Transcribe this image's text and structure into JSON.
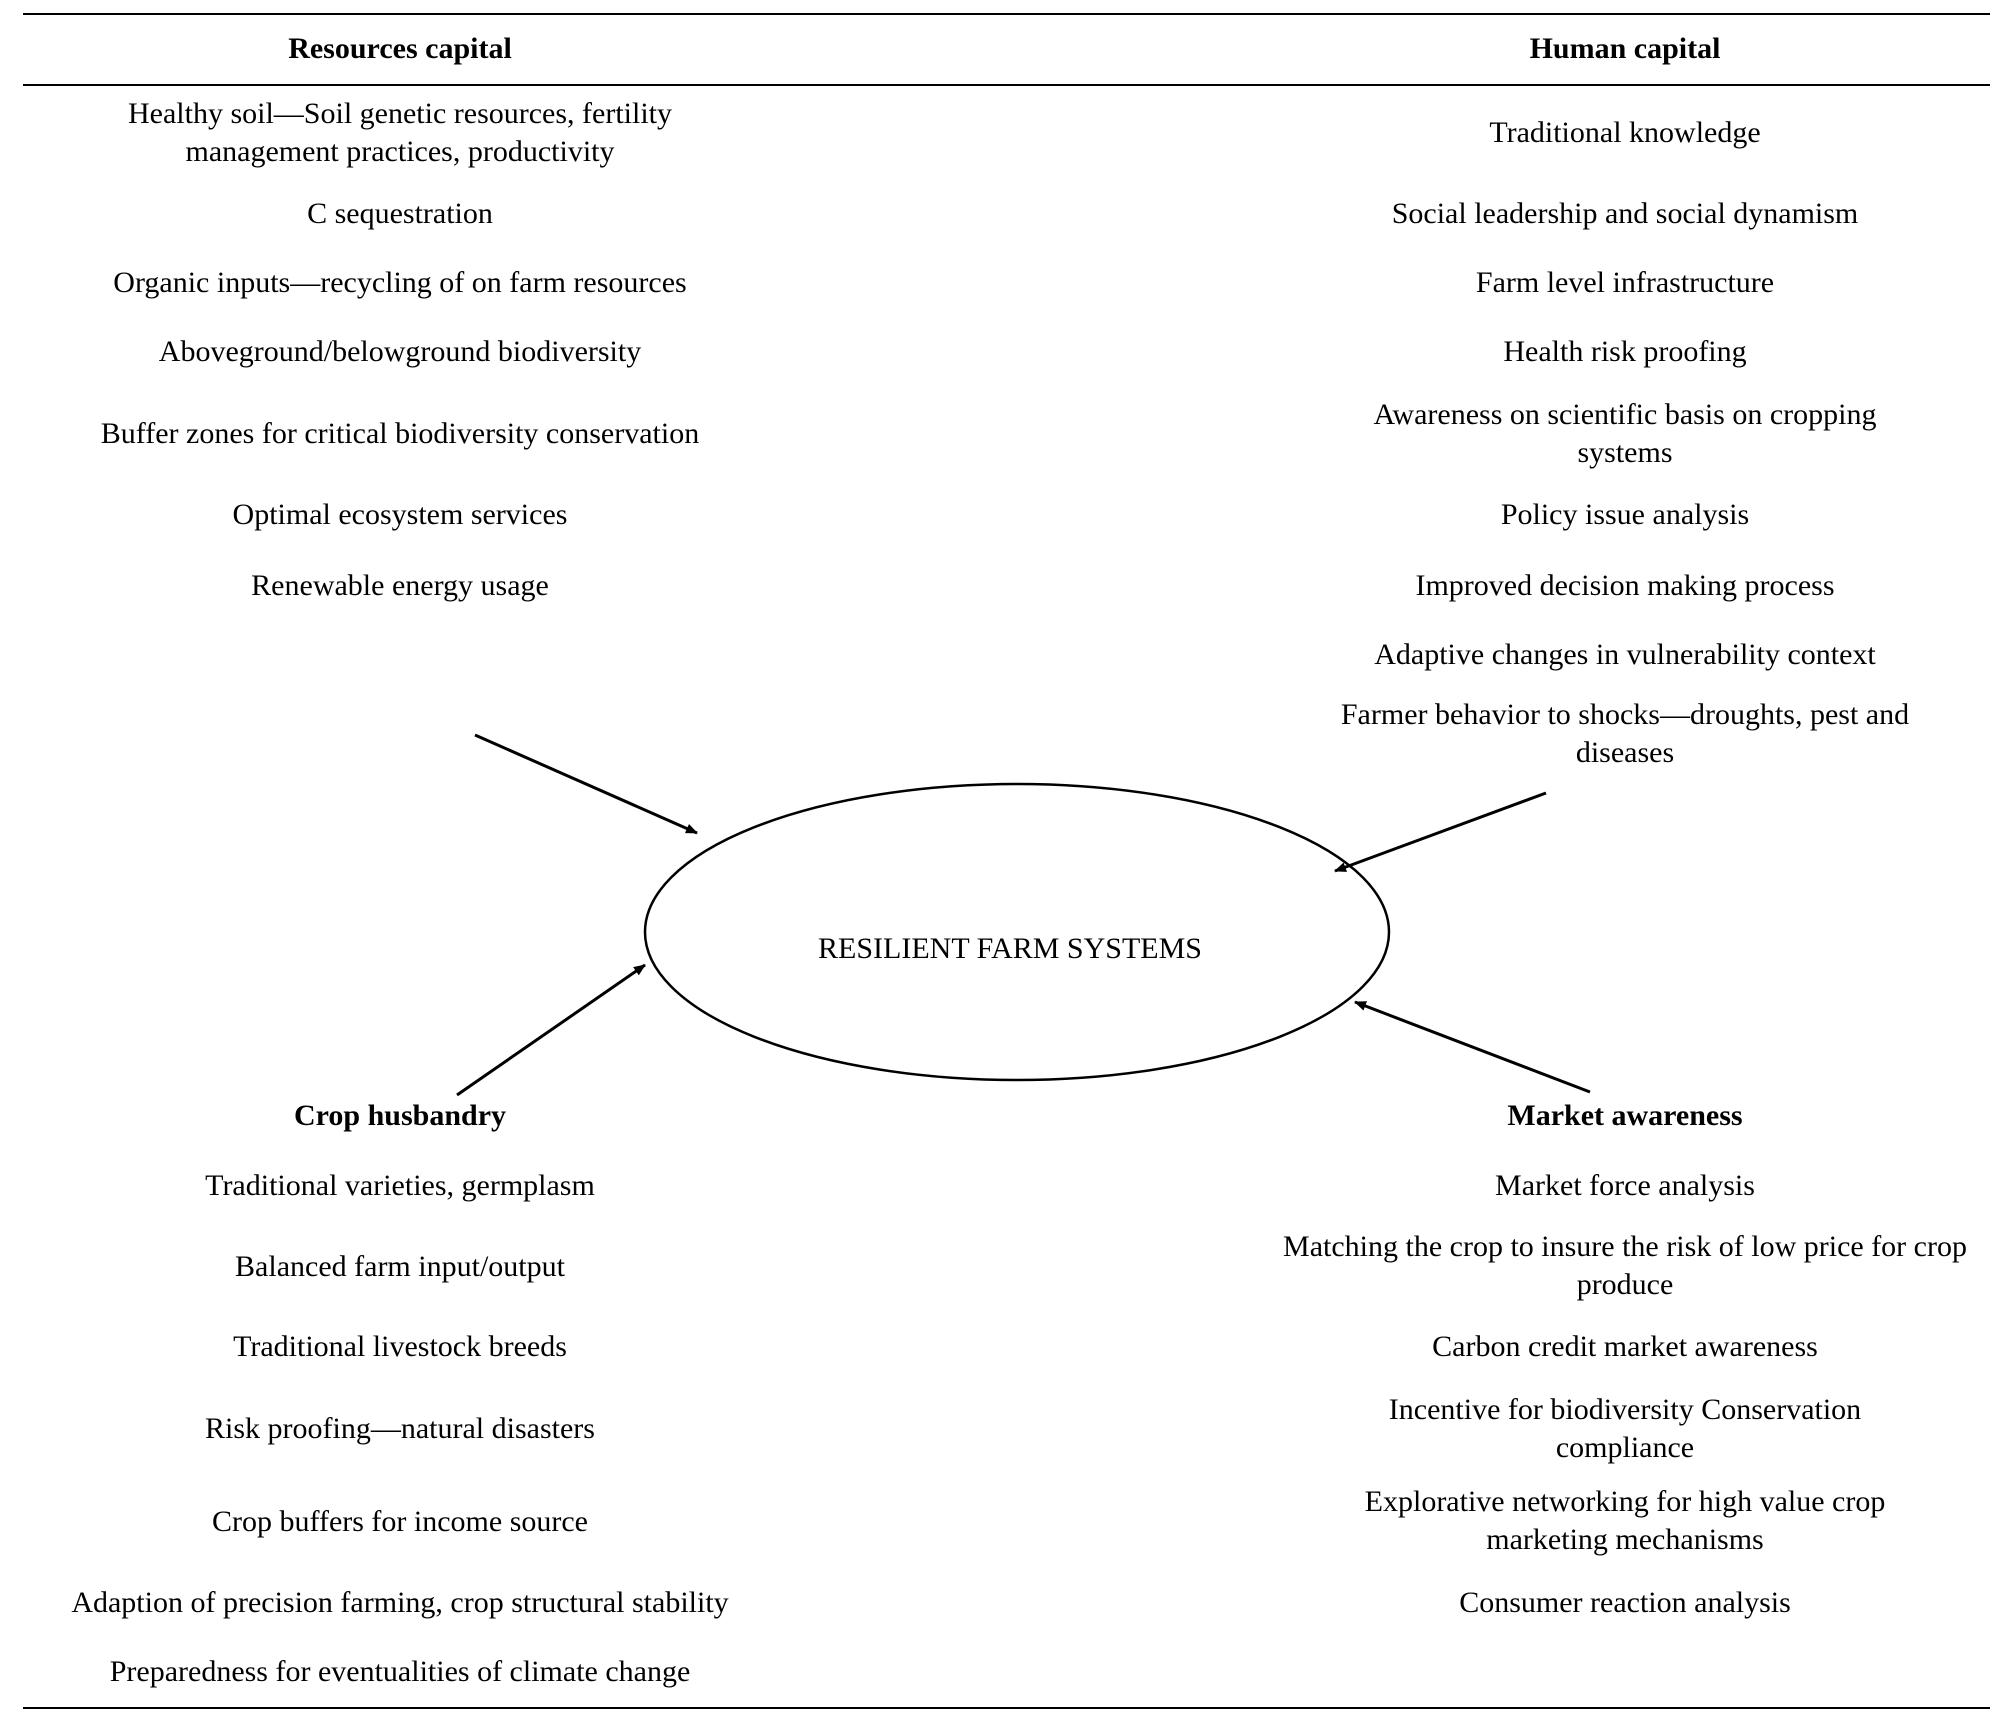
{
  "headers": {
    "resources_capital": "Resources capital",
    "human_capital": "Human capital"
  },
  "resources_capital": [
    "Healthy soil—Soil genetic resources, fertility management practices, productivity",
    "C sequestration",
    "Organic inputs—recycling of on farm resources",
    "Aboveground/belowground biodiversity",
    "Buffer zones for critical biodiversity conservation",
    "Optimal ecosystem services",
    "Renewable energy usage"
  ],
  "human_capital": [
    "Traditional knowledge",
    "Social leadership and social dynamism",
    "Farm level infrastructure",
    "Health risk proofing",
    "Awareness on scientific basis on cropping systems",
    "Policy issue analysis",
    "Improved decision making process",
    "Adaptive changes in vulnerability context",
    "Farmer behavior to shocks—droughts, pest and diseases"
  ],
  "center": "RESILIENT FARM SYSTEMS",
  "crop_husbandry": {
    "title": "Crop husbandry",
    "items": [
      "Traditional varieties, germplasm",
      "Balanced farm input/output",
      "Traditional livestock breeds",
      "Risk proofing—natural disasters",
      "Crop buffers for income source",
      "Adaption of precision farming, crop structural stability",
      "Preparedness for eventualities of climate change"
    ]
  },
  "market_awareness": {
    "title": "Market awareness",
    "items": [
      "Market force analysis",
      "Matching the crop to insure the risk of low price for crop produce",
      "Carbon credit market awareness",
      "Incentive for biodiversity Conservation compliance",
      "Explorative networking for high value crop marketing mechanisms",
      "Consumer reaction analysis"
    ]
  }
}
